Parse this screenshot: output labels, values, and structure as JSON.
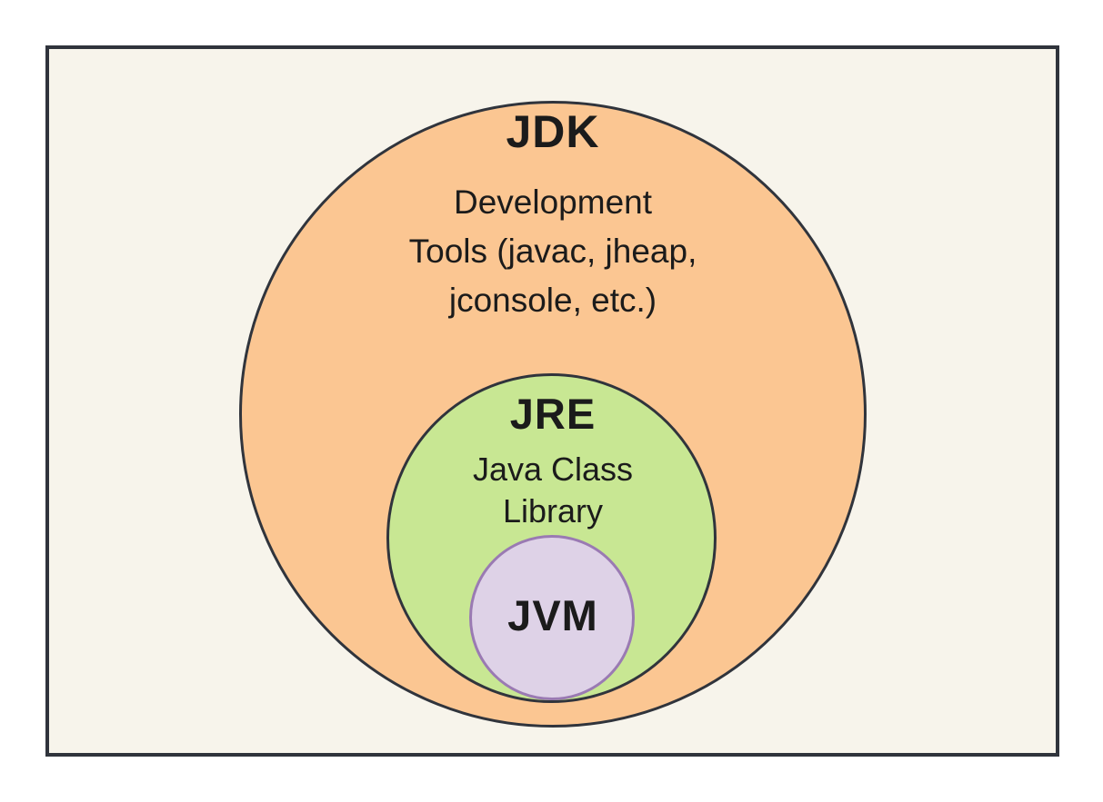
{
  "diagram": {
    "title_semantic": "JDK / JRE / JVM nested architecture diagram",
    "jdk": {
      "title": "JDK",
      "subtitle_lines": [
        "Development",
        "Tools (javac, jheap,",
        "jconsole, etc.)"
      ]
    },
    "jre": {
      "title": "JRE",
      "subtitle_lines": [
        "Java Class",
        "Library"
      ]
    },
    "jvm": {
      "title": "JVM"
    }
  },
  "colors": {
    "page_background": "#ffffff",
    "frame_background": "#f7f4eb",
    "frame_border": "#30343c",
    "jdk_fill": "#fbc692",
    "jdk_border": "#30343c",
    "jre_fill": "#c8e793",
    "jre_border": "#30343c",
    "jvm_fill": "#ded2e7",
    "jvm_border": "#9a7ab3",
    "text": "#1b1b1b"
  }
}
